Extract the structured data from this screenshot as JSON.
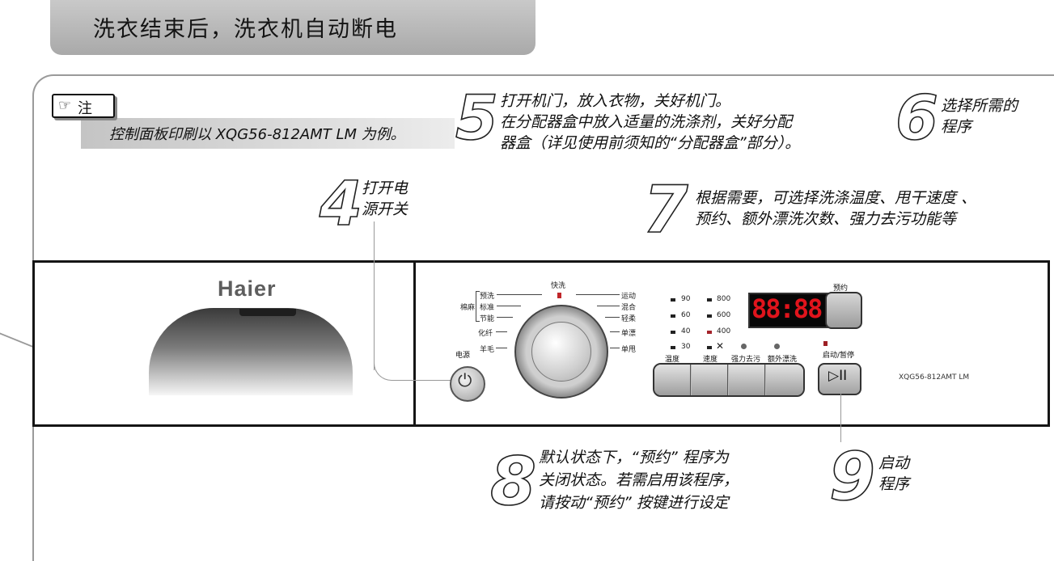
{
  "header": {
    "title": "洗衣结束后，洗衣机自动断电"
  },
  "note": {
    "icon": "☞",
    "label": "注",
    "text": "控制面板印刷以 XQG56-812AMT LM 为例。"
  },
  "steps": [
    {
      "number": "5",
      "lines": [
        "打开机门，放入衣物，关好机门。",
        "在分配器盒中放入适量的洗涤剂，关好分配",
        "器盒（详见使用前须知的“分配器盒”部分）。"
      ]
    },
    {
      "number": "6",
      "lines": [
        "选择所需的",
        "程序"
      ]
    },
    {
      "number": "4",
      "lines": [
        "打开电",
        "源开关"
      ]
    },
    {
      "number": "7",
      "lines": [
        "根据需要，可选择洗涤温度、甩干速度 、",
        "预约、额外漂洗次数、强力去污功能等"
      ]
    },
    {
      "number": "8",
      "lines": [
        "默认状态下，“预约” 程序为",
        "关闭状态。若需启用该程序，",
        "请按动“预约” 按键进行设定"
      ]
    },
    {
      "number": "9",
      "lines": [
        "启动",
        "程序"
      ]
    }
  ],
  "panel": {
    "brand": "Haier",
    "power_label": "电源",
    "program_top": "快洗",
    "programs_left": [
      "预洗",
      "标准",
      "节能",
      "化纤",
      "羊毛"
    ],
    "programs_left_group": "棉麻",
    "programs_right": [
      "运动",
      "混合",
      "轻柔",
      "单漂",
      "单甩"
    ],
    "temperatures": [
      "90",
      "60",
      "40",
      "30"
    ],
    "spin_speeds": [
      "800",
      "600",
      "400",
      "✕"
    ],
    "display": "88:88",
    "preset_label": "预约",
    "function_buttons": [
      "温度",
      "速度",
      "强力去污",
      "额外漂洗"
    ],
    "start_label": "启动/暂停",
    "start_icon": "▷II",
    "model": "XQG56-812AMT LM"
  }
}
